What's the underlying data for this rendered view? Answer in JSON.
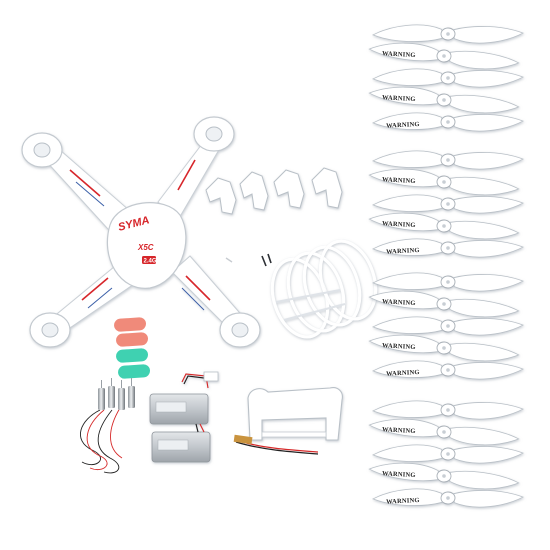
{
  "product": {
    "brand_label": "SYMA",
    "model_label": "X5C",
    "freq_label": "2.4G",
    "brand_color": "#d7262c"
  },
  "propeller_warning_label": "WARNING",
  "colors": {
    "background": "#ffffff",
    "plastic_white": "#ffffff",
    "plastic_shadow": "#d9dde2",
    "blade_guard_red": "#f08a7a",
    "blade_guard_teal": "#3fd1b1",
    "battery_silver": "#bfc4c8",
    "wire_red": "#d62a2a",
    "wire_black": "#222222",
    "motor_copper": "#c9933e"
  },
  "icons": [
    "propeller-icon",
    "battery-icon",
    "motor-icon",
    "drone-frame-icon",
    "landing-gear-icon",
    "prop-guard-icon"
  ]
}
